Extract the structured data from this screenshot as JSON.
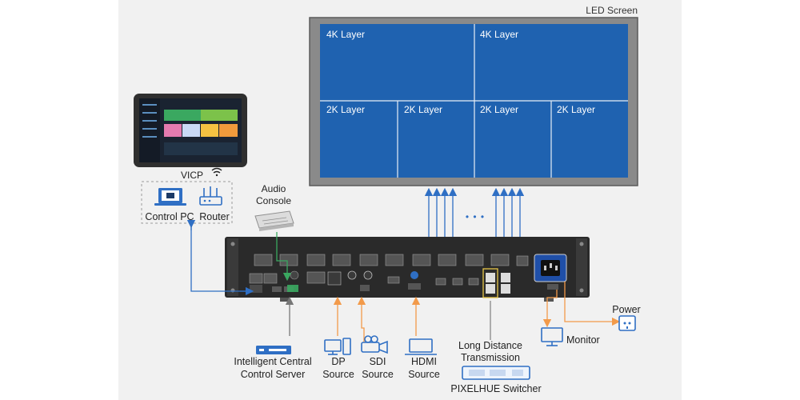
{
  "screen": {
    "title": "LED Screen",
    "top_layers": [
      "4K Layer",
      "4K Layer"
    ],
    "bottom_layers": [
      "2K Layer",
      "2K Layer",
      "2K Layer",
      "2K Layer"
    ],
    "ellipsis": "• • •"
  },
  "vicp": {
    "label": "VICP",
    "control_pc": "Control PC",
    "router": "Router"
  },
  "audio_console": {
    "line1": "Audio",
    "line2": "Console"
  },
  "sources": [
    {
      "line1": "DP",
      "line2": "Source"
    },
    {
      "line1": "SDI",
      "line2": "Source"
    },
    {
      "line1": "HDMI",
      "line2": "Source"
    }
  ],
  "control_server": {
    "line1": "Intelligent Central",
    "line2": "Control Server"
  },
  "long_distance": {
    "line1": "Long Distance",
    "line2": "Transmission"
  },
  "switcher": {
    "label": "PIXELHUE Switcher"
  },
  "monitor": {
    "label": "Monitor"
  },
  "power": {
    "label": "Power"
  },
  "colors": {
    "screen_blue": "#1f62b0",
    "link_blue": "#2f6fc4",
    "link_orange": "#f29a4a",
    "link_green": "#3aa860",
    "device_dark": "#2a2a2a"
  }
}
